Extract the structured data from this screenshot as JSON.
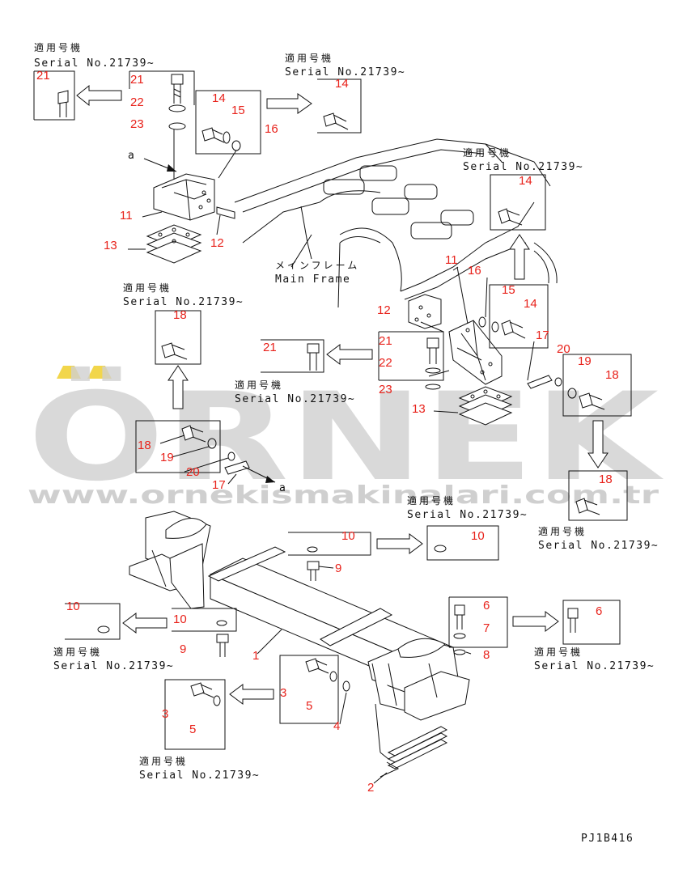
{
  "diagram": {
    "drawing_code": "PJ1B416",
    "main_frame_label_jp": "メインフレーム",
    "main_frame_label_en": "Main Frame",
    "serial_note_jp": "適用号機",
    "serial_note_en": "Serial No.21739~"
  },
  "watermark": {
    "brand": "ÖRNEK",
    "url": "www.ornekismakinalari.com.tr",
    "accent_color": "#f2d64b",
    "text_color": "#cfcfcf"
  },
  "callouts": {
    "c1": "21",
    "c2": "21",
    "c3": "22",
    "c4": "23",
    "c5": "14",
    "c6": "15",
    "c7": "16",
    "c8": "14",
    "c9": "11",
    "c10": "12",
    "c11": "13",
    "c12": "14",
    "c13": "11",
    "c14": "16",
    "c15": "15",
    "c16": "14",
    "c17": "12",
    "c18": "17",
    "c19": "18",
    "c20": "21",
    "c21": "21",
    "c22": "22",
    "c23": "23",
    "c24": "13",
    "c25": "20",
    "c26": "19",
    "c27": "18",
    "c28": "18",
    "c29": "19",
    "c30": "20",
    "c31": "17",
    "c32": "18",
    "c33": "10",
    "c34": "10",
    "c35": "9",
    "c36": "10",
    "c37": "10",
    "c38": "9",
    "c39": "1",
    "c40": "6",
    "c41": "7",
    "c42": "8",
    "c43": "6",
    "c44": "3",
    "c45": "5",
    "c46": "4",
    "c47": "3",
    "c48": "5",
    "c49": "2"
  },
  "view_markers": {
    "top": "a",
    "bottom": "a"
  }
}
